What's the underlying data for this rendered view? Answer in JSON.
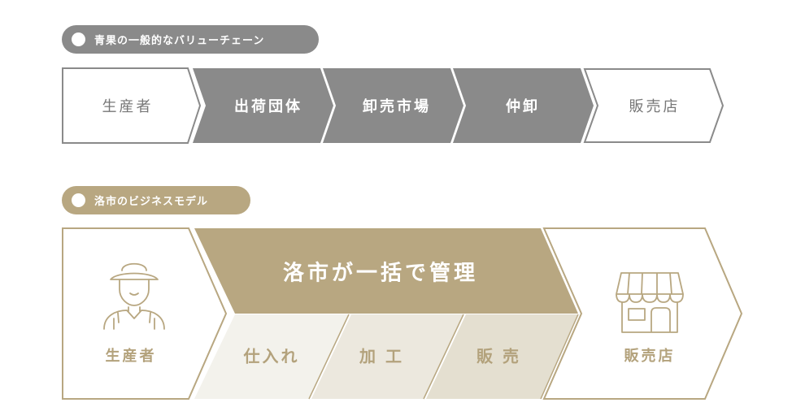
{
  "section1": {
    "title": "青果の一般的なバリューチェーン",
    "steps": [
      {
        "label": "生産者",
        "style": "outline"
      },
      {
        "label": "出荷団体",
        "style": "filled"
      },
      {
        "label": "卸売市場",
        "style": "filled"
      },
      {
        "label": "仲卸",
        "style": "filled"
      },
      {
        "label": "販売店",
        "style": "outline"
      }
    ]
  },
  "section2": {
    "title": "洛市のビジネスモデル",
    "producer_label": "生産者",
    "banner": "洛市が一括で管理",
    "sub_steps": [
      "仕入れ",
      "加工",
      "販売"
    ],
    "store_label": "販売店",
    "producer_icon": "farmer-icon",
    "store_icon": "store-icon"
  },
  "colors": {
    "gray": "#8a8a8a",
    "gray_text": "#777777",
    "gold": "#b8a781",
    "gold_text": "#b3a27c",
    "sub1": "#f3f2ec",
    "sub2": "#ece8de",
    "sub3": "#e4dfd0"
  }
}
